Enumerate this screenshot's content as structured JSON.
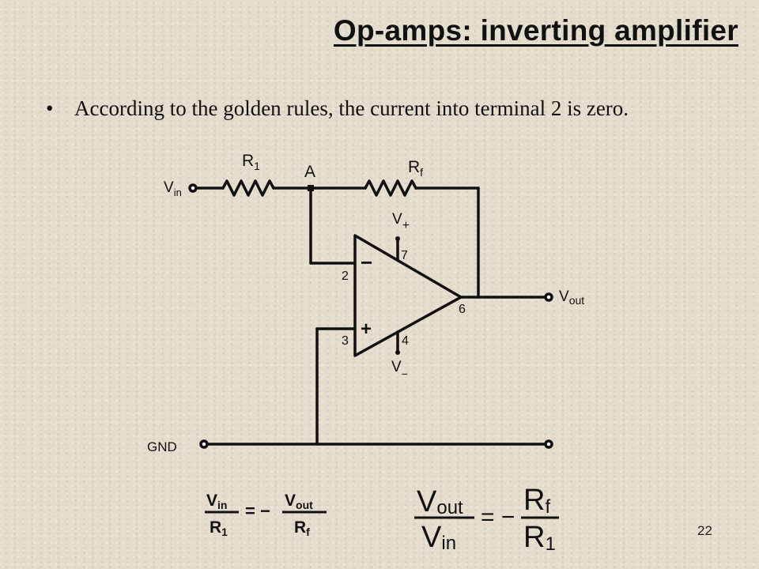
{
  "slide": {
    "title": "Op-amps: inverting amplifier",
    "bullets": [
      {
        "marker": "•",
        "text": "According to the golden rules, the current into terminal 2 is zero."
      }
    ],
    "number": "22"
  },
  "circuit": {
    "vin_label": "V",
    "vin_sub": "in",
    "r1_label": "R",
    "r1_sub": "1",
    "node_a_label": "A",
    "rf_label": "R",
    "rf_sub": "f",
    "vplus_label": "V",
    "vplus_sub": "+",
    "vminus_label": "V",
    "vminus_sub": "−",
    "pin_7": "7",
    "pin_2": "2",
    "pin_3": "3",
    "pin_4": "4",
    "pin_6": "6",
    "minus_sign": "−",
    "plus_sign": "+",
    "vout_label": "V",
    "vout_sub": "out",
    "gnd_label": "GND"
  },
  "equations": {
    "eq1": {
      "num1": "V",
      "num1_sub": "in",
      "den1": "R",
      "den1_sub": "1",
      "op": "= −",
      "num2": "V",
      "num2_sub": "out",
      "den2": "R",
      "den2_sub": "f"
    },
    "eq2": {
      "num1": "V",
      "num1_sub": "out",
      "den1": "V",
      "den1_sub": "in",
      "op": "= −",
      "num2": "R",
      "num2_sub": "f",
      "den2": "R",
      "den2_sub": "1"
    }
  },
  "colors": {
    "ink": "#111111",
    "background": "#e4dccd"
  }
}
